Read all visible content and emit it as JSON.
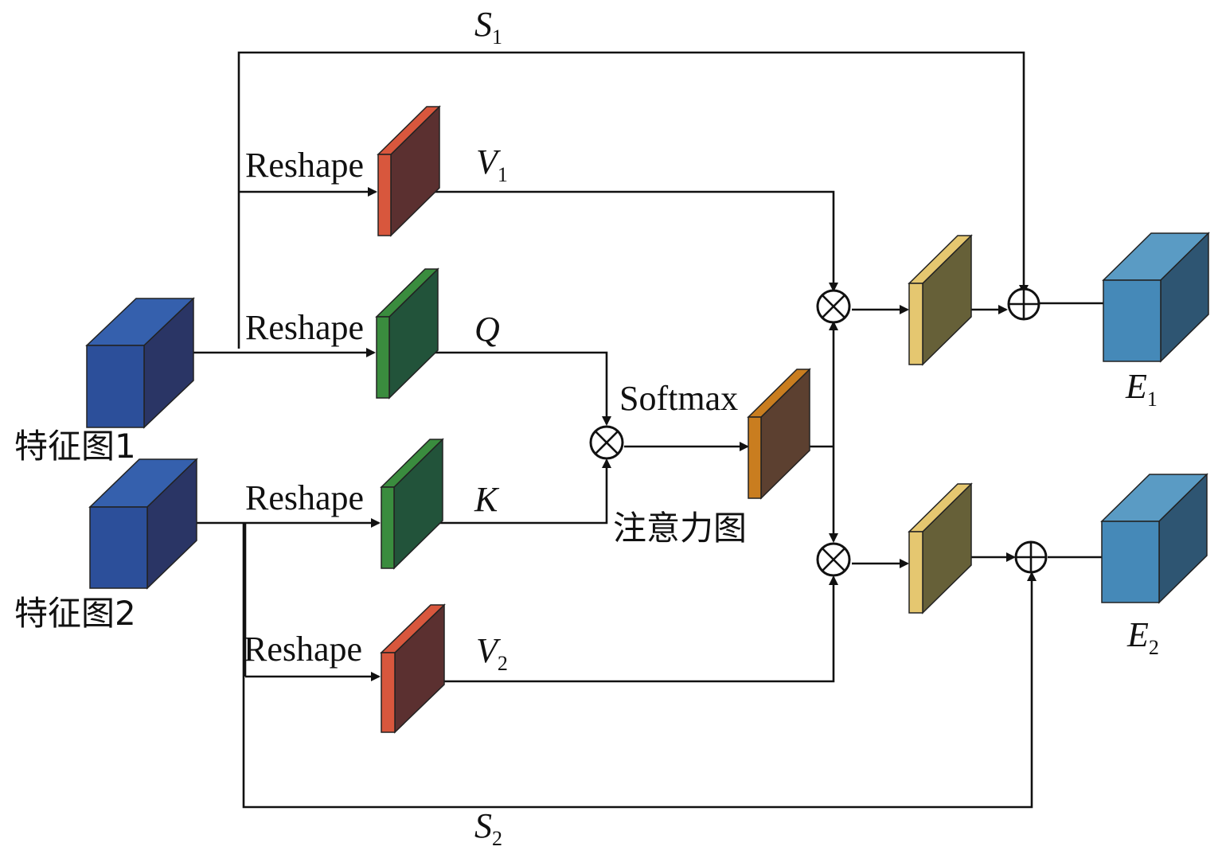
{
  "labels": {
    "feature_map_1": "特征图1",
    "feature_map_2": "特征图2",
    "reshape_v1": "Reshape",
    "reshape_q": "Reshape",
    "reshape_k": "Reshape",
    "reshape_v2": "Reshape",
    "softmax": "Softmax",
    "attention_map": "注意力图",
    "s1": {
      "main": "S",
      "sub": "1"
    },
    "s2": {
      "main": "S",
      "sub": "2"
    },
    "v1": {
      "main": "V",
      "sub": "1"
    },
    "v2": {
      "main": "V",
      "sub": "2"
    },
    "q": "Q",
    "k": "K",
    "e1": {
      "main": "E",
      "sub": "1"
    },
    "e2": {
      "main": "E",
      "sub": "2"
    }
  },
  "colors": {
    "input_front": "#2c4f9a",
    "input_top": "#3560ad",
    "input_side": "#2a3565",
    "output_front": "#4589b8",
    "output_top": "#5a9bc4",
    "output_side": "#2e5572",
    "v_front": "#d8573d",
    "v_body": "#5b3030",
    "qk_front": "#3a8c3e",
    "qk_body": "#22533a",
    "attn_front": "#c97d1f",
    "attn_body": "#5c4030",
    "out_front": "#e5c770",
    "out_body": "#666038"
  },
  "operators": {
    "multiply": "⊗",
    "add": "⊕"
  }
}
